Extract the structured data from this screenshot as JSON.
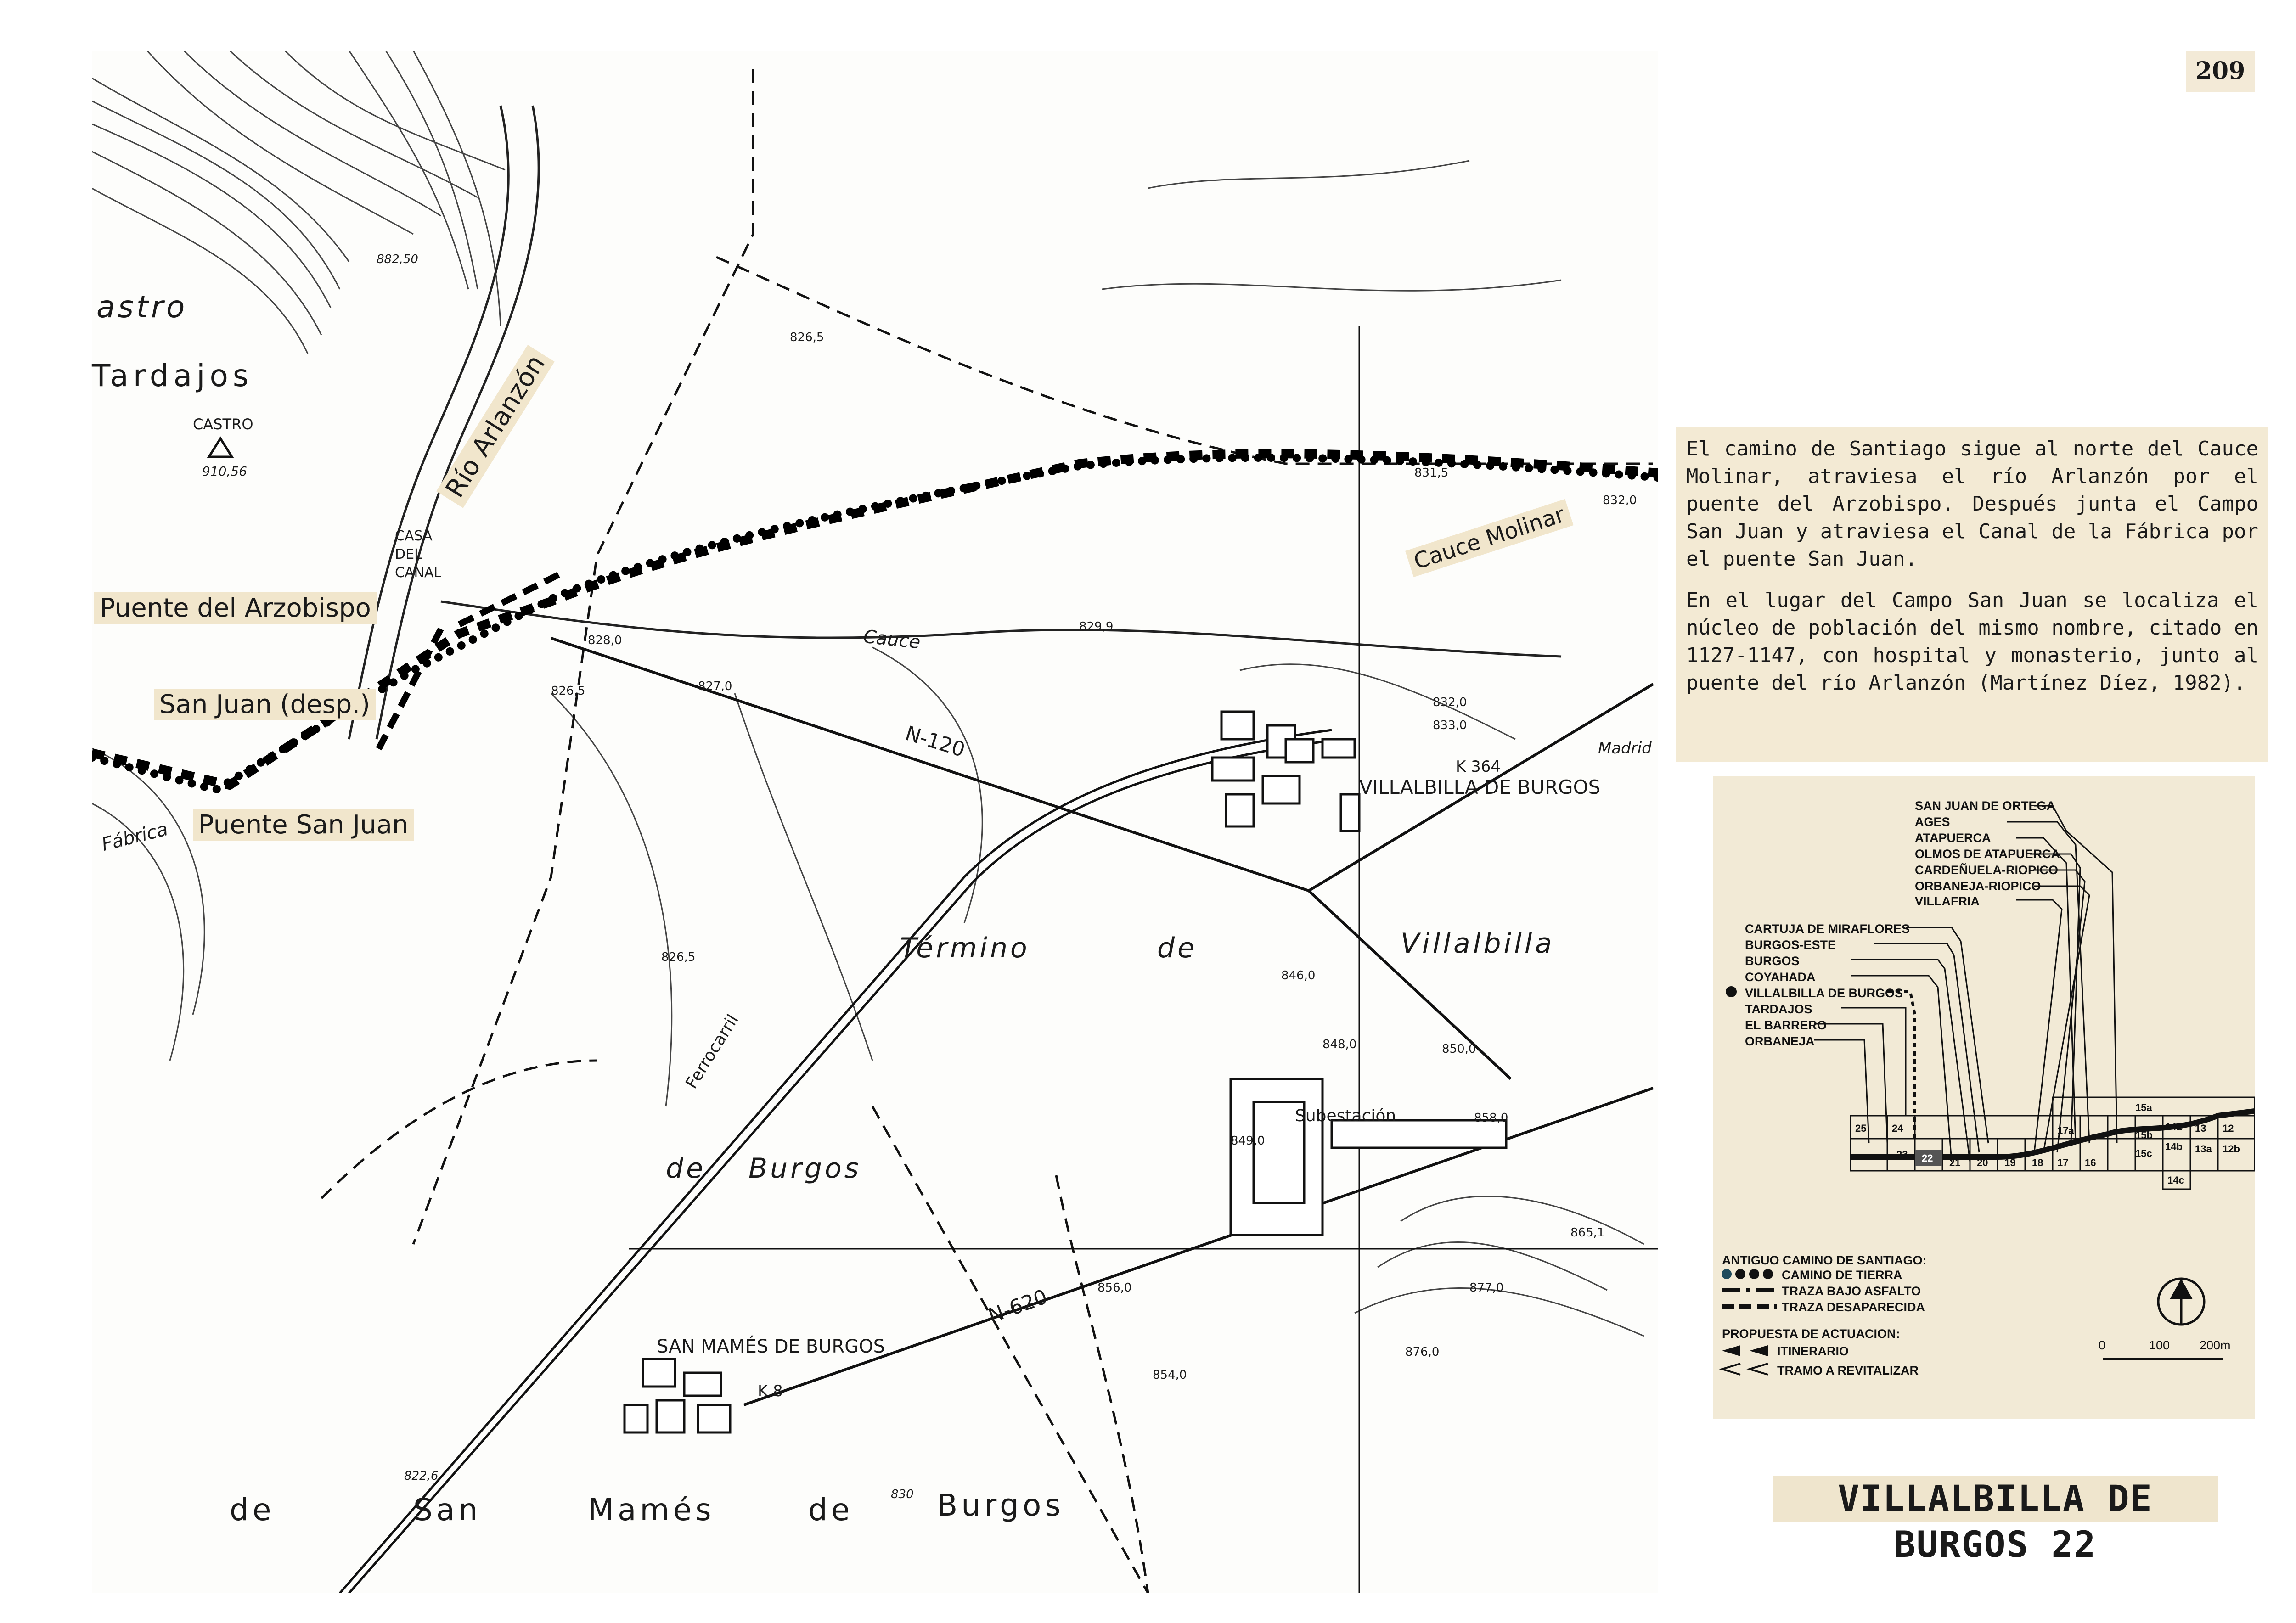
{
  "page": {
    "number": "209"
  },
  "map": {
    "place_labels": {
      "castro_left": "astro",
      "tardajos": "Tardajos",
      "castro_peak": "CASTRO",
      "castro_elev": "910,56",
      "casa_del_canal": [
        "CASA",
        "DEL",
        "CANAL"
      ],
      "cauce_road": "Cauce",
      "n120": "N-120",
      "n620": "N-620",
      "villalbilla": "VILLALBILLA DE BURGOS",
      "termino": "Término",
      "de1": "de",
      "villalbilla_big": "Villalbilla",
      "de2": "de",
      "burgos1": "Burgos",
      "subestacion": "Subestación",
      "san_mames": "SAN MAMÉS DE BURGOS",
      "bottom_de": "de",
      "bottom_san": "San",
      "bottom_mames": "Mamés",
      "bottom_de2": "de",
      "bottom_burgos": "Burgos",
      "madrid": "Madrid",
      "k364": "K 364",
      "ferrocarril": "Ferrocarril",
      "fabrica": "Fábrica",
      "k8": "K.8"
    },
    "elevations": [
      "882,50",
      "826,5",
      "831,5",
      "832,0",
      "829,9",
      "828,0",
      "827,0",
      "826,5",
      "832,0",
      "833,0",
      "826,5",
      "846,0",
      "848,0",
      "850,0",
      "849,0",
      "858,0",
      "865,1",
      "877,0",
      "856,0",
      "854,0",
      "876,0",
      "822,6",
      "830"
    ],
    "highlight_tags": {
      "puente_arzobispo": "Puente del Arzobispo",
      "san_juan": "San Juan (desp.)",
      "puente_san_juan": "Puente San Juan",
      "rio_arlanzon": "Río Arlanzón",
      "cauce_molinar": "Cauce Molinar"
    }
  },
  "description": {
    "p1": "El camino de Santiago sigue al norte del Cauce Molinar, atraviesa el río Arlanzón por el puente del Arzobispo. Después junta el Campo San Juan y atraviesa el Canal de la Fábrica por el puente San Juan.",
    "p2": "En el lugar del Campo San Juan se localiza el núcleo de población del mismo nombre, citado en 1127-1147, con hospital y monasterio, junto al puente del río Arlanzón (Martínez Díez, 1982)."
  },
  "route_index": {
    "stations_right": [
      "SAN JUAN DE ORTEGA",
      "AGES",
      "ATAPUERCA",
      "OLMOS DE ATAPUERCA",
      "CARDEÑUELA-RIOPICO",
      "ORBANEJA-RIOPICO",
      "VILLAFRIA"
    ],
    "stations_left": [
      "CARTUJA DE MIRAFLORES",
      "BURGOS-ESTE",
      "BURGOS",
      "COYAHADA",
      "VILLALBILLA DE BURGOS",
      "TARDAJOS",
      "EL BARRERO",
      "ORBANEJA"
    ],
    "current_station": "VILLALBILLA DE BURGOS",
    "sections": [
      "25",
      "24",
      "23",
      "22",
      "21",
      "20",
      "19",
      "18",
      "17",
      "17a",
      "16",
      "15a",
      "15b",
      "15c",
      "14a",
      "14b",
      "14c",
      "13",
      "13a",
      "12",
      "12b"
    ]
  },
  "legend": {
    "title": "ANTIGUO CAMINO DE SANTIAGO:",
    "items": [
      "CAMINO DE TIERRA",
      "TRAZA BAJO ASFALTO",
      "TRAZA DESAPARECIDA"
    ],
    "proposal_title": "PROPUESTA DE ACTUACION:",
    "proposal_items": [
      "ITINERARIO",
      "TRAMO A REVITALIZAR"
    ],
    "scale": [
      "0",
      "100",
      "200m"
    ]
  },
  "footer": {
    "title": "VILLALBILLA DE BURGOS 22"
  }
}
